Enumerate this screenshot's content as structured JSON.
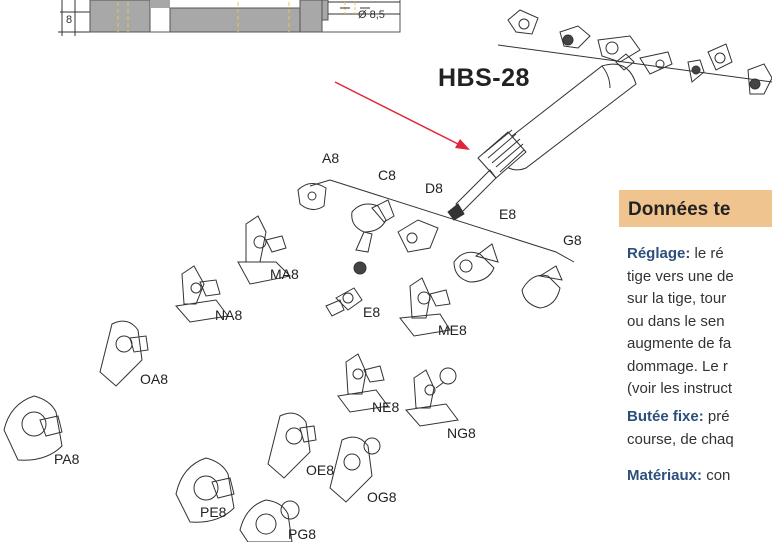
{
  "dimension": {
    "value": "8",
    "diameter": "Ø 8,5"
  },
  "product": {
    "title": "HBS-28"
  },
  "accessories": {
    "A8": "A8",
    "C8": "C8",
    "D8": "D8",
    "E8_top": "E8",
    "G8": "G8",
    "MA8": "MA8",
    "E8": "E8",
    "NA8": "NA8",
    "ME8": "ME8",
    "OA8": "OA8",
    "NE8": "NE8",
    "NG8": "NG8",
    "PA8": "PA8",
    "OE8": "OE8",
    "OG8": "OG8",
    "PE8": "PE8",
    "PG8": "PG8"
  },
  "section": {
    "title": "Données te"
  },
  "paragraphs": {
    "reglage": {
      "label": "Réglage:",
      "lines": [
        " le ré",
        "tige vers une de",
        "sur la tige, tour",
        "ou dans le sen",
        "augmente de fa",
        "dommage. Le r",
        "(voir les instruct"
      ]
    },
    "butee": {
      "label": "Butée fixe:",
      "lines": [
        " pré",
        "course, de chaq"
      ]
    },
    "materiaux": {
      "label": "Matériaux:",
      "lines": [
        " con"
      ]
    }
  },
  "colors": {
    "arrow": "#e0263a",
    "header_bg": "#f0c48e",
    "bold_label": "#2c4f7c",
    "dim_line": "#e2c94a"
  }
}
